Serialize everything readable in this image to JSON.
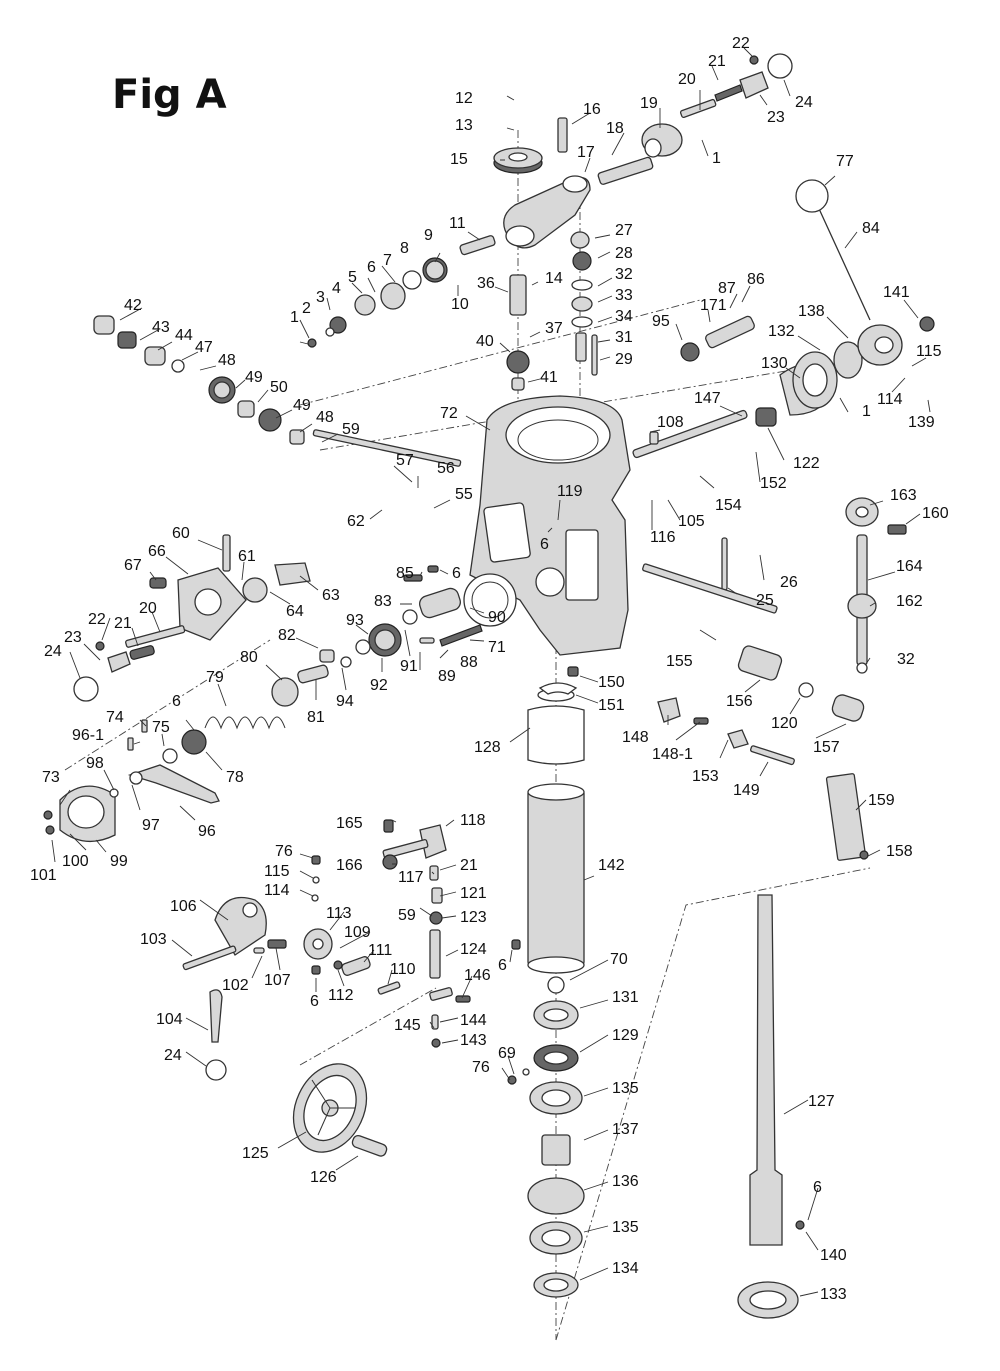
{
  "figure": {
    "title": "Fig A"
  },
  "parts": [
    {
      "n": "12"
    },
    {
      "n": "13"
    },
    {
      "n": "16"
    },
    {
      "n": "15"
    },
    {
      "n": "17"
    },
    {
      "n": "18"
    },
    {
      "n": "19"
    },
    {
      "n": "20"
    },
    {
      "n": "21"
    },
    {
      "n": "22"
    },
    {
      "n": "24"
    },
    {
      "n": "23"
    },
    {
      "n": "1"
    },
    {
      "n": "77"
    },
    {
      "n": "84"
    },
    {
      "n": "11"
    },
    {
      "n": "27"
    },
    {
      "n": "9"
    },
    {
      "n": "8"
    },
    {
      "n": "28"
    },
    {
      "n": "7"
    },
    {
      "n": "6"
    },
    {
      "n": "5"
    },
    {
      "n": "14"
    },
    {
      "n": "32"
    },
    {
      "n": "36"
    },
    {
      "n": "4"
    },
    {
      "n": "3"
    },
    {
      "n": "10"
    },
    {
      "n": "33"
    },
    {
      "n": "2"
    },
    {
      "n": "1"
    },
    {
      "n": "87"
    },
    {
      "n": "86"
    },
    {
      "n": "171"
    },
    {
      "n": "95"
    },
    {
      "n": "34"
    },
    {
      "n": "37"
    },
    {
      "n": "31"
    },
    {
      "n": "40"
    },
    {
      "n": "29"
    },
    {
      "n": "41"
    },
    {
      "n": "141"
    },
    {
      "n": "138"
    },
    {
      "n": "132"
    },
    {
      "n": "115"
    },
    {
      "n": "130"
    },
    {
      "n": "114"
    },
    {
      "n": "1"
    },
    {
      "n": "139"
    },
    {
      "n": "42"
    },
    {
      "n": "43"
    },
    {
      "n": "44"
    },
    {
      "n": "47"
    },
    {
      "n": "48"
    },
    {
      "n": "49"
    },
    {
      "n": "50"
    },
    {
      "n": "49"
    },
    {
      "n": "48"
    },
    {
      "n": "59"
    },
    {
      "n": "72"
    },
    {
      "n": "108"
    },
    {
      "n": "147"
    },
    {
      "n": "122"
    },
    {
      "n": "57"
    },
    {
      "n": "56"
    },
    {
      "n": "55"
    },
    {
      "n": "62"
    },
    {
      "n": "119"
    },
    {
      "n": "154"
    },
    {
      "n": "152"
    },
    {
      "n": "105"
    },
    {
      "n": "116"
    },
    {
      "n": "6"
    },
    {
      "n": "163"
    },
    {
      "n": "160"
    },
    {
      "n": "164"
    },
    {
      "n": "162"
    },
    {
      "n": "32"
    },
    {
      "n": "26"
    },
    {
      "n": "25"
    },
    {
      "n": "60"
    },
    {
      "n": "66"
    },
    {
      "n": "61"
    },
    {
      "n": "67"
    },
    {
      "n": "63"
    },
    {
      "n": "64"
    },
    {
      "n": "85"
    },
    {
      "n": "6"
    },
    {
      "n": "83"
    },
    {
      "n": "90"
    },
    {
      "n": "93"
    },
    {
      "n": "71"
    },
    {
      "n": "22"
    },
    {
      "n": "21"
    },
    {
      "n": "20"
    },
    {
      "n": "23"
    },
    {
      "n": "24"
    },
    {
      "n": "82"
    },
    {
      "n": "91"
    },
    {
      "n": "88"
    },
    {
      "n": "89"
    },
    {
      "n": "92"
    },
    {
      "n": "94"
    },
    {
      "n": "80"
    },
    {
      "n": "81"
    },
    {
      "n": "79"
    },
    {
      "n": "155"
    },
    {
      "n": "150"
    },
    {
      "n": "151"
    },
    {
      "n": "156"
    },
    {
      "n": "120"
    },
    {
      "n": "157"
    },
    {
      "n": "148"
    },
    {
      "n": "148-1"
    },
    {
      "n": "153"
    },
    {
      "n": "149"
    },
    {
      "n": "128"
    },
    {
      "n": "74"
    },
    {
      "n": "96-1"
    },
    {
      "n": "75"
    },
    {
      "n": "6"
    },
    {
      "n": "78"
    },
    {
      "n": "98"
    },
    {
      "n": "73"
    },
    {
      "n": "97"
    },
    {
      "n": "96"
    },
    {
      "n": "100"
    },
    {
      "n": "101"
    },
    {
      "n": "99"
    },
    {
      "n": "159"
    },
    {
      "n": "158"
    },
    {
      "n": "165"
    },
    {
      "n": "118"
    },
    {
      "n": "166"
    },
    {
      "n": "117"
    },
    {
      "n": "21"
    },
    {
      "n": "121"
    },
    {
      "n": "59"
    },
    {
      "n": "123"
    },
    {
      "n": "142"
    },
    {
      "n": "76"
    },
    {
      "n": "115"
    },
    {
      "n": "114"
    },
    {
      "n": "106"
    },
    {
      "n": "113"
    },
    {
      "n": "109"
    },
    {
      "n": "103"
    },
    {
      "n": "111"
    },
    {
      "n": "102"
    },
    {
      "n": "107"
    },
    {
      "n": "110"
    },
    {
      "n": "6"
    },
    {
      "n": "112"
    },
    {
      "n": "124"
    },
    {
      "n": "6"
    },
    {
      "n": "70"
    },
    {
      "n": "146"
    },
    {
      "n": "131"
    },
    {
      "n": "145"
    },
    {
      "n": "144"
    },
    {
      "n": "143"
    },
    {
      "n": "104"
    },
    {
      "n": "24"
    },
    {
      "n": "69"
    },
    {
      "n": "76"
    },
    {
      "n": "129"
    },
    {
      "n": "135"
    },
    {
      "n": "127"
    },
    {
      "n": "137"
    },
    {
      "n": "125"
    },
    {
      "n": "126"
    },
    {
      "n": "136"
    },
    {
      "n": "6"
    },
    {
      "n": "135"
    },
    {
      "n": "140"
    },
    {
      "n": "134"
    },
    {
      "n": "133"
    }
  ]
}
